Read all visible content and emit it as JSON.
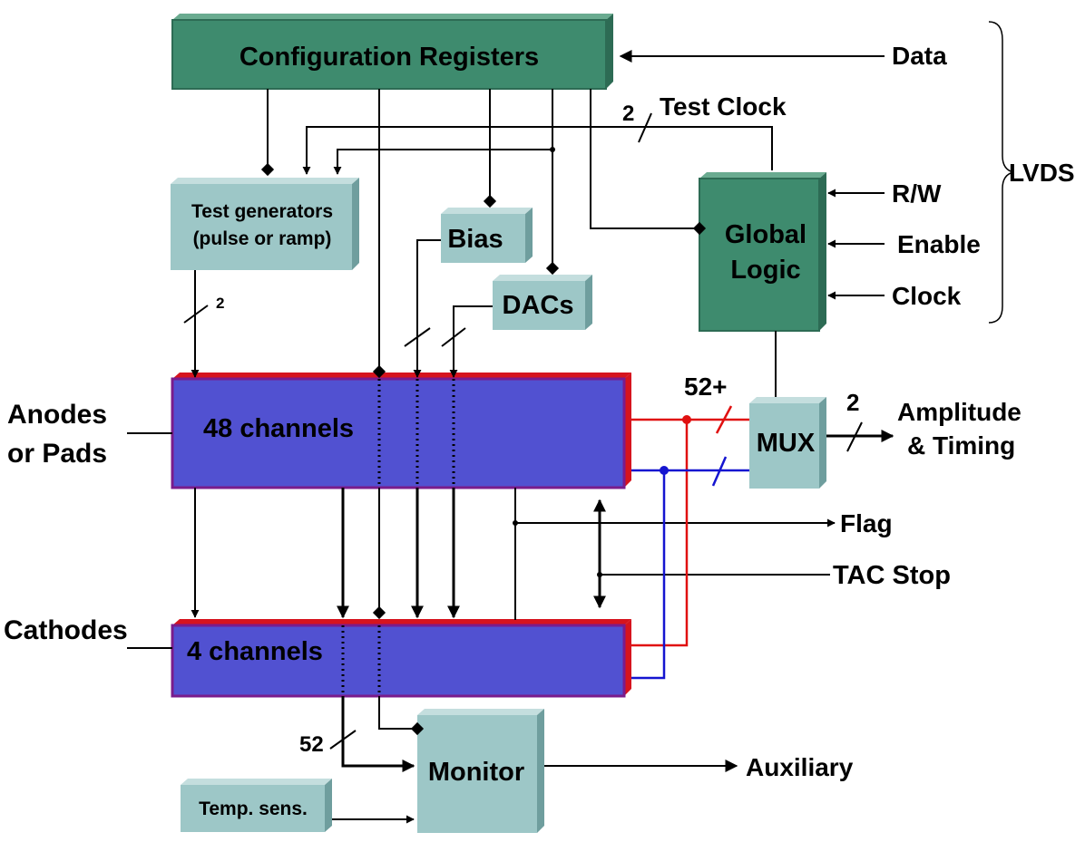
{
  "blocks": {
    "config_registers": "Configuration Registers",
    "test_generators_line1": "Test generators",
    "test_generators_line2": "(pulse or ramp)",
    "bias": "Bias",
    "dacs": "DACs",
    "global_logic_line1": "Global",
    "global_logic_line2": "Logic",
    "channels48": "48 channels",
    "channels4": "4 channels",
    "mux": "MUX",
    "monitor": "Monitor",
    "temp_sens": "Temp. sens."
  },
  "signals": {
    "data": "Data",
    "test_clock": "Test Clock",
    "test_clock_width": "2",
    "lvds": "LVDS",
    "rw": "R/W",
    "enable": "Enable",
    "clock": "Clock",
    "anodes_line1": "Anodes",
    "anodes_line2": "or Pads",
    "cathodes": "Cathodes",
    "amplitude_line1": "Amplitude",
    "amplitude_line2": "& Timing",
    "mux_in_width": "52+",
    "mux_out_width": "2",
    "testgen_width": "2",
    "flag": "Flag",
    "tac_stop": "TAC Stop",
    "monitor_width": "52",
    "auxiliary": "Auxiliary"
  },
  "colors": {
    "dark_green": "#3e8b6e",
    "light_teal": "#9dc7c7",
    "channel_blue": "#5151d1",
    "channel_border": "#d6141e",
    "red_wire": "#e01010",
    "blue_wire": "#1515d0"
  }
}
